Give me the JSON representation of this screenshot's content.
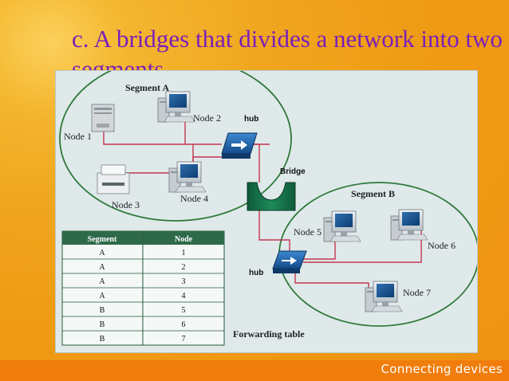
{
  "slide": {
    "title": "c. A bridges that divides a network into two segments",
    "footer": "Connecting devices"
  },
  "diagram": {
    "segment_a_label": "Segment A",
    "segment_b_label": "Segment B",
    "node1": "Node 1",
    "node2": "Node 2",
    "node3": "Node 3",
    "node4": "Node 4",
    "node5": "Node 5",
    "node6": "Node 6",
    "node7": "Node 7",
    "hub_a": "hub",
    "hub_b": "hub",
    "bridge_label": "Bridge",
    "table_caption": "Forwarding table"
  },
  "forwarding_table": {
    "headers": [
      "Segment",
      "Node"
    ],
    "rows": [
      [
        "A",
        "1"
      ],
      [
        "A",
        "2"
      ],
      [
        "A",
        "3"
      ],
      [
        "A",
        "4"
      ],
      [
        "B",
        "5"
      ],
      [
        "B",
        "6"
      ],
      [
        "B",
        "7"
      ]
    ]
  }
}
